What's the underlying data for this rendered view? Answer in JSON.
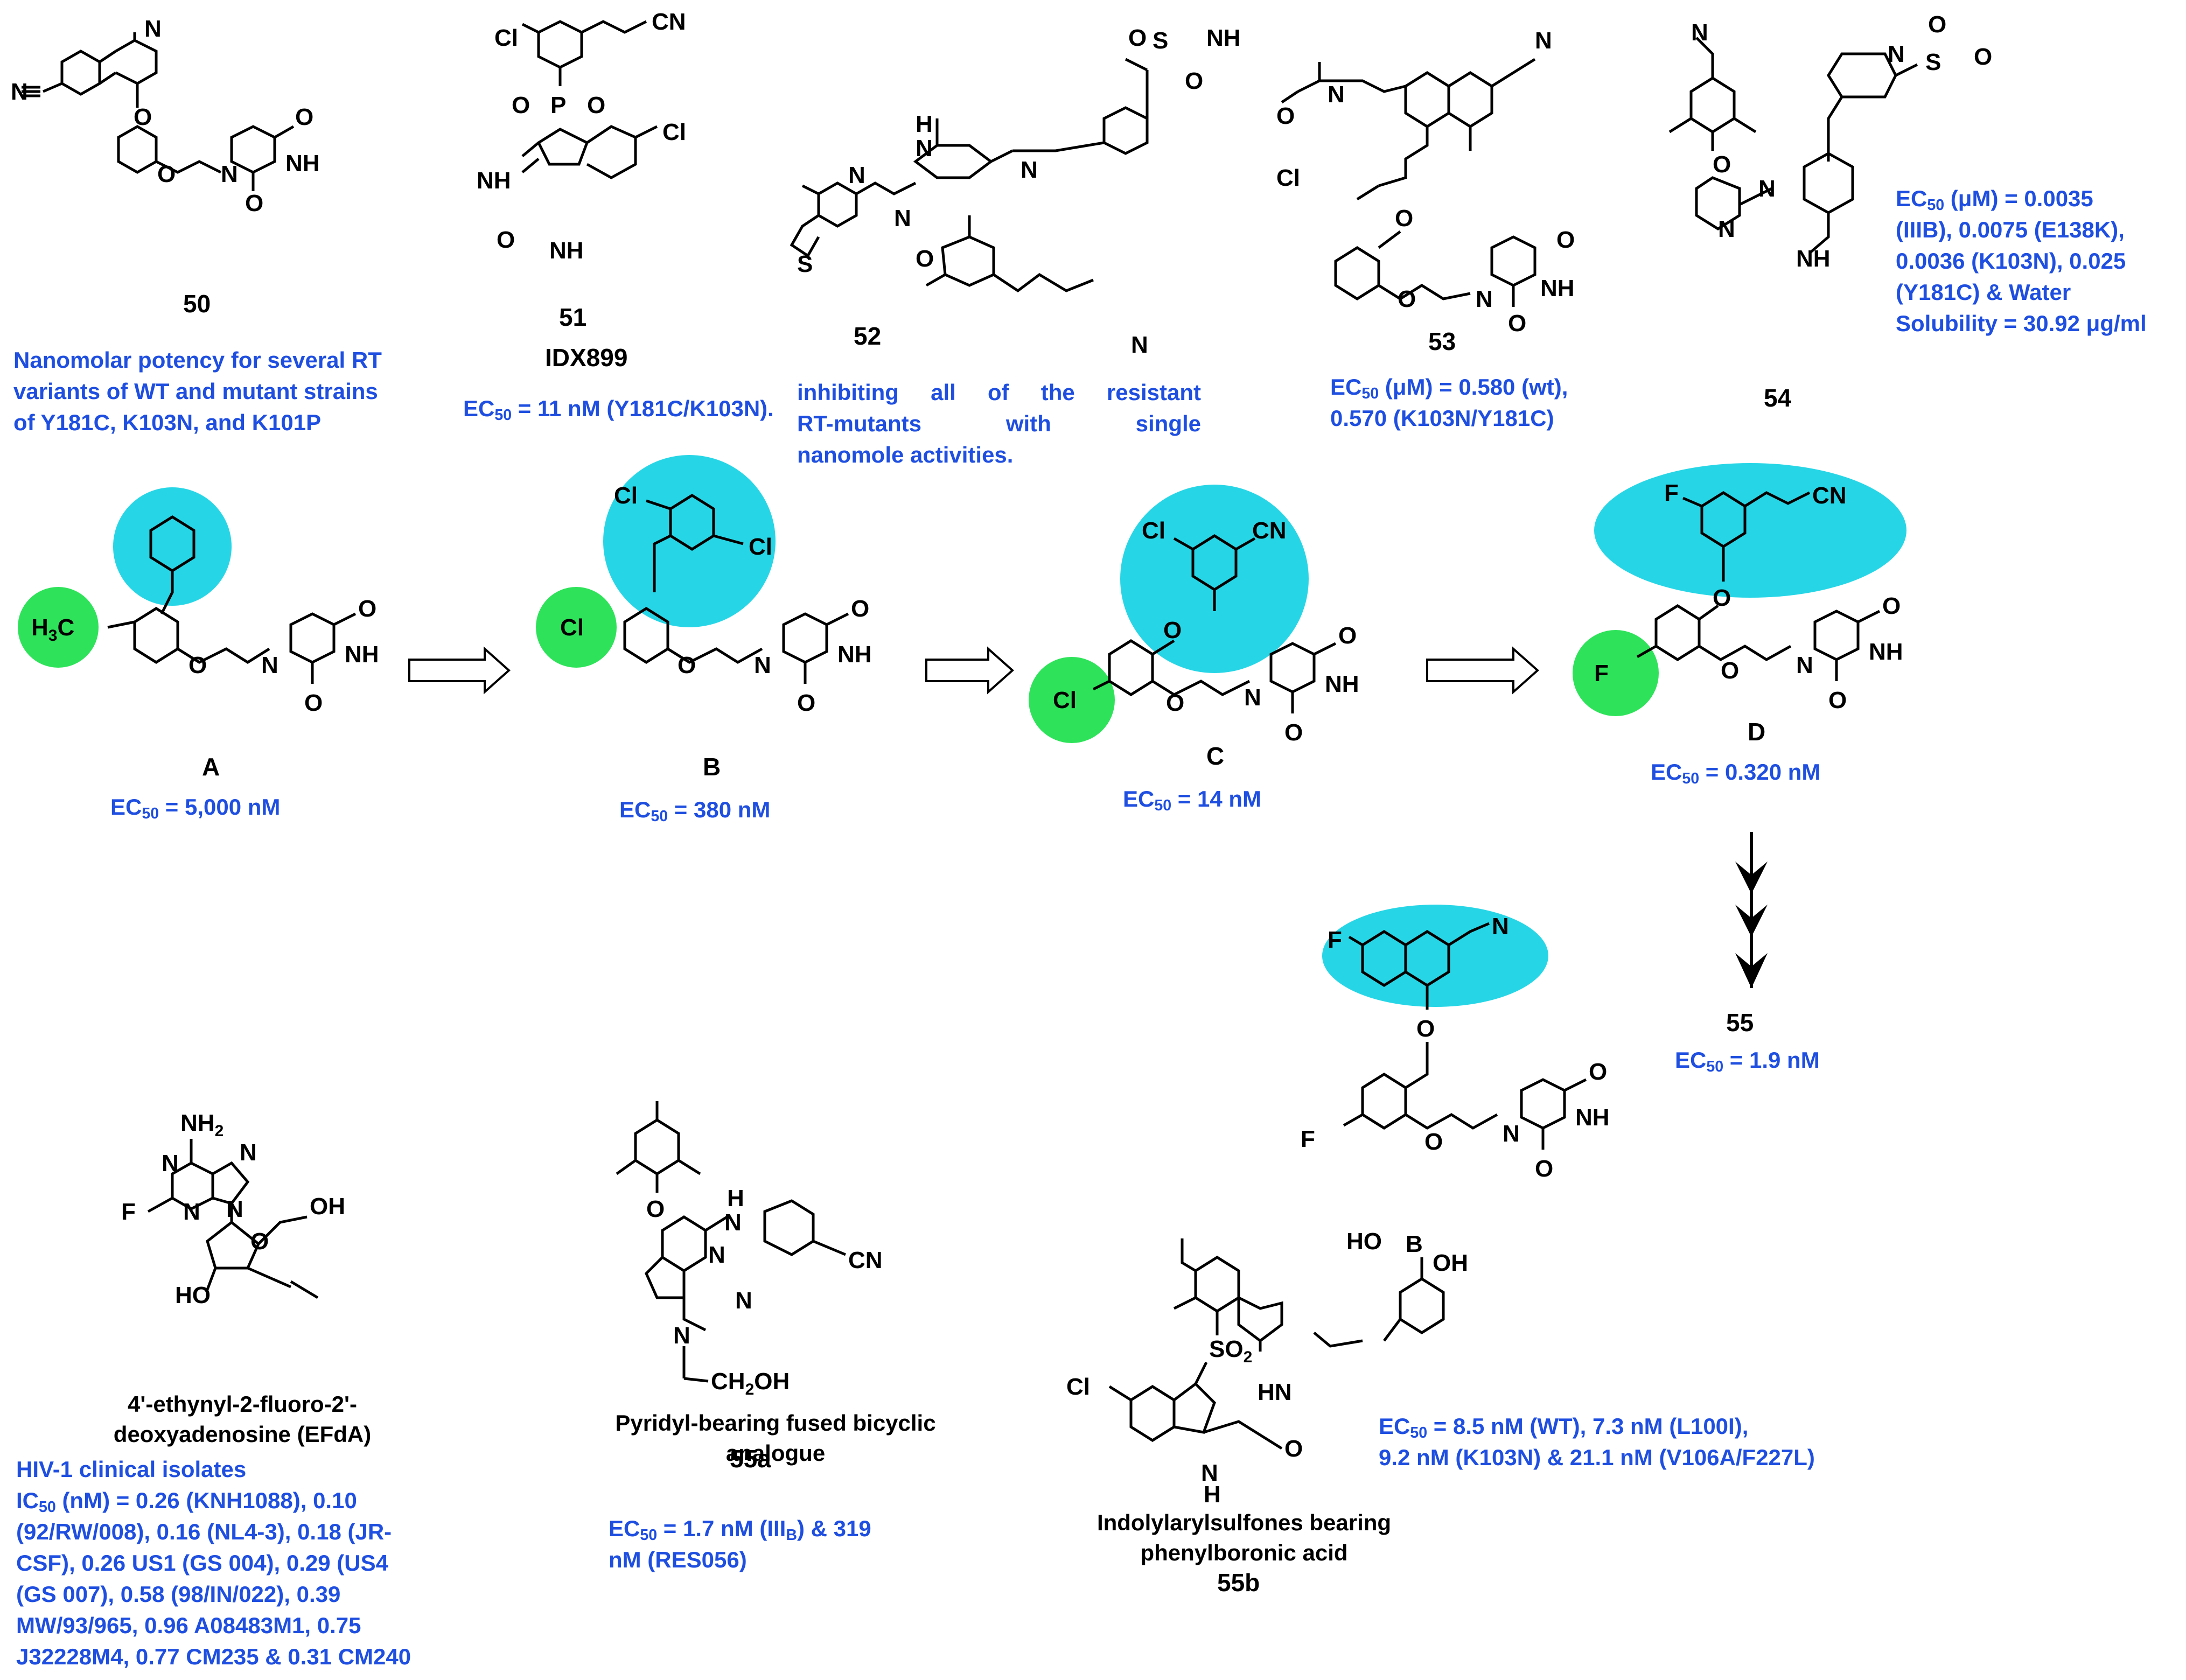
{
  "colors": {
    "annotation": "#1f4fe0",
    "highlight_cyan": "#27d6e6",
    "highlight_green": "#2ee35a",
    "ink": "#000000"
  },
  "compounds": {
    "c50": {
      "id": "50",
      "note": [
        "Nanomolar potency for several RT",
        "variants of WT and mutant strains",
        "of Y181C, K103N, and K101P"
      ]
    },
    "c51": {
      "id": "51",
      "name": "IDX899",
      "activity_pre": "EC",
      "activity_post": " = 11 nM (Y181C/K103N)."
    },
    "c52": {
      "id": "52",
      "note": [
        "inhibiting all of the resistant",
        "RT-mutants with single",
        "nanomole activities."
      ]
    },
    "c53": {
      "id": "53",
      "activity": [
        "(μM) = 0.580 (wt),",
        "0.570 (K103N/Y181C)"
      ]
    },
    "c54": {
      "id": "54",
      "activity": [
        "(μM) = 0.0035",
        "(IIIB), 0.0075 (E138K),",
        "0.0036 (K103N), 0.025",
        "(Y181C) & Water",
        "Solubility = 30.92 μg/ml"
      ]
    },
    "cA": {
      "id": "A",
      "ec": " = 5,000 nM"
    },
    "cB": {
      "id": "B",
      "ec": " = 380 nM"
    },
    "cC": {
      "id": "C",
      "ec": " = 14 nM"
    },
    "cD": {
      "id": "D",
      "ec": " = 0.320 nM"
    },
    "c55": {
      "id": "55",
      "ec": " = 1.9 nM"
    },
    "efda": {
      "name": [
        "4'-ethynyl-2-fluoro-2'-",
        "deoxyadenosine (EFdA)"
      ],
      "header": "HIV-1 clinical isolates",
      "activity": [
        "(nM) = 0.26 (KNH1088), 0.10",
        "(92/RW/008), 0.16 (NL4-3), 0.18 (JR-",
        "CSF), 0.26 US1 (GS 004), 0.29 (US4",
        "(GS 007), 0.58 (98/IN/022), 0.39",
        "MW/93/965, 0.96 A08483M1, 0.75",
        "J32228M4, 0.77 CM235 & 0.31 CM240"
      ]
    },
    "c55a": {
      "id": "55a",
      "name": [
        "Pyridyl-bearing fused bicyclic",
        "analogue"
      ],
      "activity": [
        " = 1.7 nM (III",
        ") & 319",
        "nM (RES056)"
      ],
      "sub_b": "B"
    },
    "c55b": {
      "id": "55b",
      "name": [
        "Indolylarylsulfones bearing",
        "phenylboronic acid"
      ],
      "activity": [
        " = 8.5 nM (WT), 7.3 nM  (L100I),",
        "9.2 nM (K103N) & 21.1 nM (V106A/F227L)"
      ]
    }
  },
  "atoms": {
    "N": "N",
    "O": "O",
    "S": "S",
    "F": "F",
    "Cl": "Cl",
    "H": "H",
    "NH": "NH",
    "NH2": "NH",
    "two": "2",
    "CN": "CN",
    "P": "P",
    "B": "B",
    "OH": "OH",
    "HO": "HO",
    "H3C": "H",
    "SO2": "SO",
    "CH2OH": "CH",
    "C": "C",
    "EC": "EC",
    "IC": "IC",
    "sub50": "50"
  }
}
